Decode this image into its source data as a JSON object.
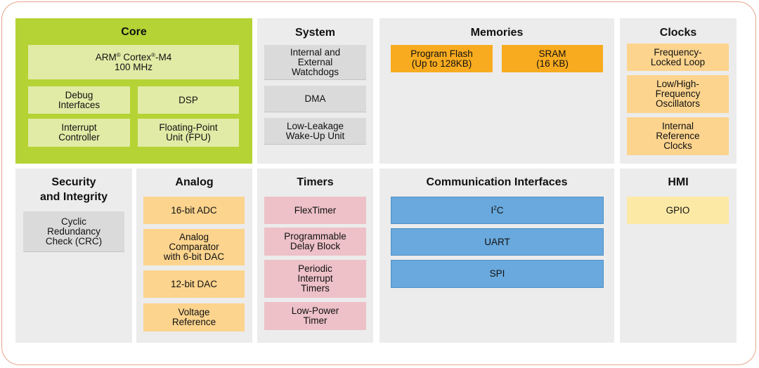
{
  "colors": {
    "core_bg": "#b5d334",
    "panel_bg": "#ececec",
    "core_block": "#e1eba6",
    "grey_block": "#dadada",
    "memory_block": "#f8ab1f",
    "light_orange_block": "#fcd48e",
    "pink_block": "#edc1c7",
    "blue_block": "#69a9dd",
    "light_yellow_block": "#fde9a6",
    "frame_border": "#e8a58c"
  },
  "core": {
    "title": "Core",
    "arm_prefix": "ARM",
    "reg_mark": "®",
    "cortex": " Cortex",
    "cortex_suffix": "-M4",
    "freq": "100 MHz",
    "debug": "Debug\nInterfaces",
    "dsp": "DSP",
    "interrupt": "Interrupt\nController",
    "fpu": "Floating-Point\nUnit (FPU)"
  },
  "system": {
    "title": "System",
    "watchdogs": "Internal and\nExternal\nWatchdogs",
    "dma": "DMA",
    "wakeup": "Low-Leakage\nWake-Up Unit"
  },
  "memories": {
    "title": "Memories",
    "flash": "Program Flash\n(Up to 128KB)",
    "sram": "SRAM\n(16 KB)"
  },
  "clocks": {
    "title": "Clocks",
    "fll": "Frequency-\nLocked Loop",
    "osc": "Low/High-\nFrequency\nOscillators",
    "irc": "Internal\nReference\nClocks"
  },
  "security": {
    "title": "Security\nand Integrity",
    "crc": "Cyclic\nRedundancy\nCheck (CRC)"
  },
  "analog": {
    "title": "Analog",
    "adc": "16-bit ADC",
    "comparator": "Analog\nComparator\nwith 6-bit DAC",
    "dac": "12-bit DAC",
    "vref": "Voltage\nReference"
  },
  "timers": {
    "title": "Timers",
    "flextimer": "FlexTimer",
    "pdb": "Programmable\nDelay Block",
    "pit": "Periodic\nInterrupt\nTimers",
    "lptimer": "Low-Power\nTimer"
  },
  "comm": {
    "title": "Communication Interfaces",
    "i2c_prefix": "I",
    "i2c_sup": "2",
    "i2c_suffix": "C",
    "uart": "UART",
    "spi": "SPI"
  },
  "hmi": {
    "title": "HMI",
    "gpio": "GPIO"
  }
}
